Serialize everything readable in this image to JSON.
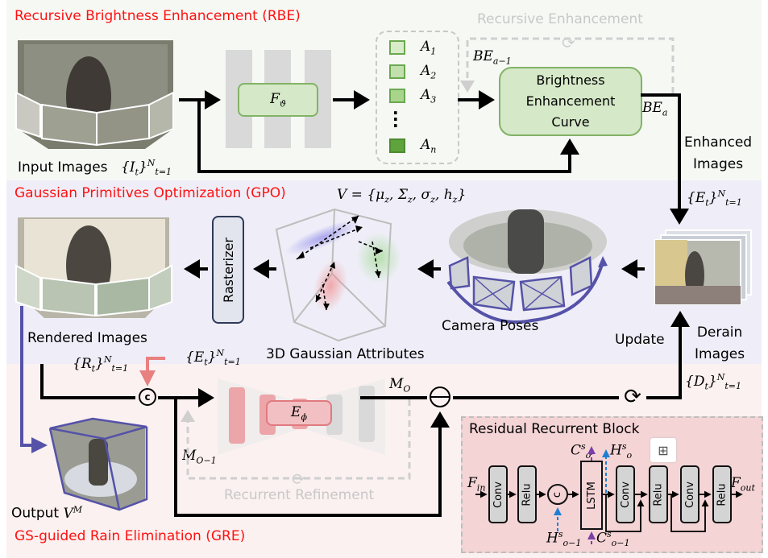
{
  "sections": {
    "rbe": {
      "title": "Recursive Brightness Enhancement (RBE)"
    },
    "gpo": {
      "title": "Gaussian Primitives Optimization (GPO)"
    },
    "gre": {
      "title": "GS-guided Rain Elimination (GRE)"
    }
  },
  "rbe": {
    "input_label": "Input Images",
    "input_set": "{I_t}^N_{t=1}",
    "network": "F_ϑ",
    "params": [
      "A_1",
      "A_2",
      "A_3",
      "⋮",
      "A_n"
    ],
    "curve_label": [
      "Brightness",
      "Enhancement",
      "Curve"
    ],
    "loop_label": "Recursive Enhancement",
    "prev_curve": "BE_{a-1}",
    "cur_curve": "BE_a",
    "enhanced_label": [
      "Enhanced",
      "Images"
    ],
    "enhanced_set": "{E_t}^N_{t=1}"
  },
  "gpo": {
    "gaussian_formula": "V = {μ_z, Σ_z, σ_z, h_z}",
    "rasterizer": "Rasterizer",
    "rendered_label": "Rendered Images",
    "attributes_label": "3D Gaussian Attributes",
    "camera_label": "Camera Poses",
    "update_label": "Update",
    "derain_label": [
      "Derain",
      "Images"
    ]
  },
  "gre": {
    "rendered_set": "{R_t}^N_{t=1}",
    "enhanced_set": "{E_t}^N_{t=1}",
    "concat_symbol": "c",
    "encoder": "E_ϕ",
    "mask": "M_O",
    "prev_mask": "M_{O-1}",
    "loop_label": "Recurrent Refinement",
    "derain_set": "{D_t}^N_{t=1}",
    "output_label": "Output",
    "output_symbol": "V^M",
    "subtract_symbol": "⊖"
  },
  "rrb": {
    "title": "Residual Recurrent Block",
    "input": "F_in",
    "output": "F_out",
    "blocks": [
      "Conv",
      "Relu",
      "c",
      "LSTM",
      "Conv",
      "Relu",
      "Conv",
      "Relu"
    ],
    "cell_out": "C^s_o",
    "hidden_out": "H^s_o",
    "hidden_in": "H^s_{o-1}",
    "cell_in": "C^s_{o-1}"
  },
  "colors": {
    "section_title": "#ff1111",
    "green_box": "#d5e8c8",
    "green_border": "#82b366",
    "purple": "#5552a8",
    "pink_arrow": "#e88080",
    "blue_dash": "#1f7fd4",
    "violet_dash": "#7b3fa8"
  }
}
